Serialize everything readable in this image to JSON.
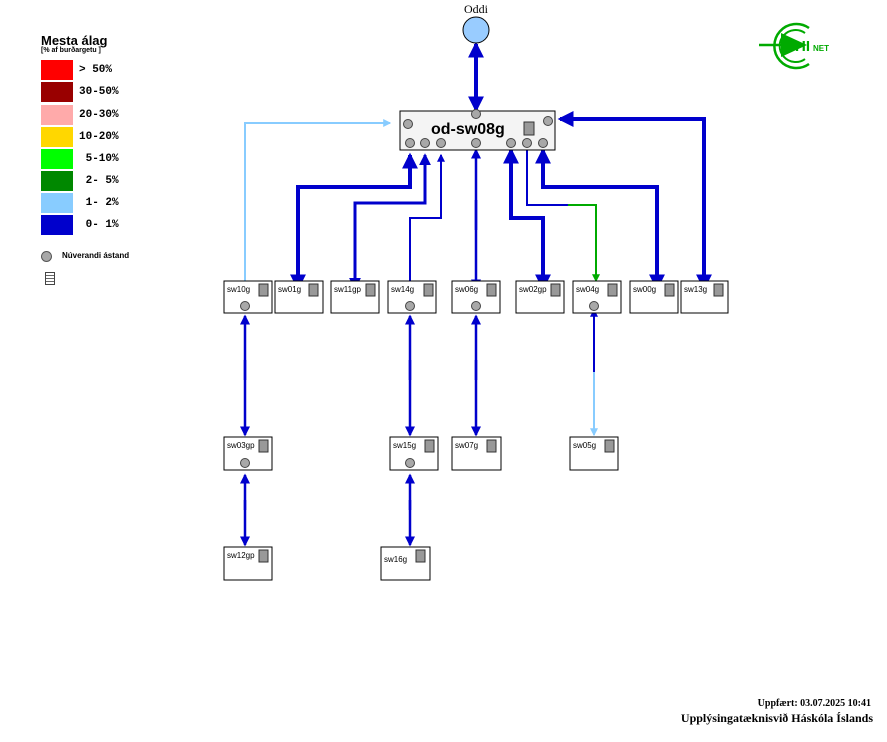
{
  "legend": {
    "title": "Mesta álag",
    "subtitle": "[% af burðargetu ]",
    "items": [
      {
        "label": "> 50%",
        "color": "#ff0000"
      },
      {
        "label": "30-50%",
        "color": "#990000"
      },
      {
        "label": "20-30%",
        "color": "#ffaaaa"
      },
      {
        "label": "10-20%",
        "color": "#ffd700"
      },
      {
        "label": " 5-10%",
        "color": "#00ff00"
      },
      {
        "label": " 2- 5%",
        "color": "#008800"
      },
      {
        "label": " 1- 2%",
        "color": "#88ccff"
      },
      {
        "label": " 0- 1%",
        "color": "#0000cc"
      }
    ],
    "state_label": "Núverandi ástand"
  },
  "logo": {
    "text": "HI",
    "text_small": "NET",
    "color": "#00aa00"
  },
  "top_node": {
    "label": "Oddi",
    "color": "#99ccff"
  },
  "core": {
    "label": "od-sw08g"
  },
  "switches": {
    "sw10g": "sw10g",
    "sw01g": "sw01g",
    "sw11gp": "sw11gp",
    "sw14g": "sw14g",
    "sw06g": "sw06g",
    "sw02gp": "sw02gp",
    "sw04g": "sw04g",
    "sw00g": "sw00g",
    "sw13g": "sw13g",
    "sw03gp": "sw03gp",
    "sw15g": "sw15g",
    "sw07g": "sw07g",
    "sw05g": "sw05g",
    "sw12gp": "sw12gp",
    "sw16g": "sw16g"
  },
  "footer": {
    "updated": "Uppfært: 03.07.2025 10:41",
    "org": "Upplýsingatæknisvið Háskóla Íslands"
  }
}
